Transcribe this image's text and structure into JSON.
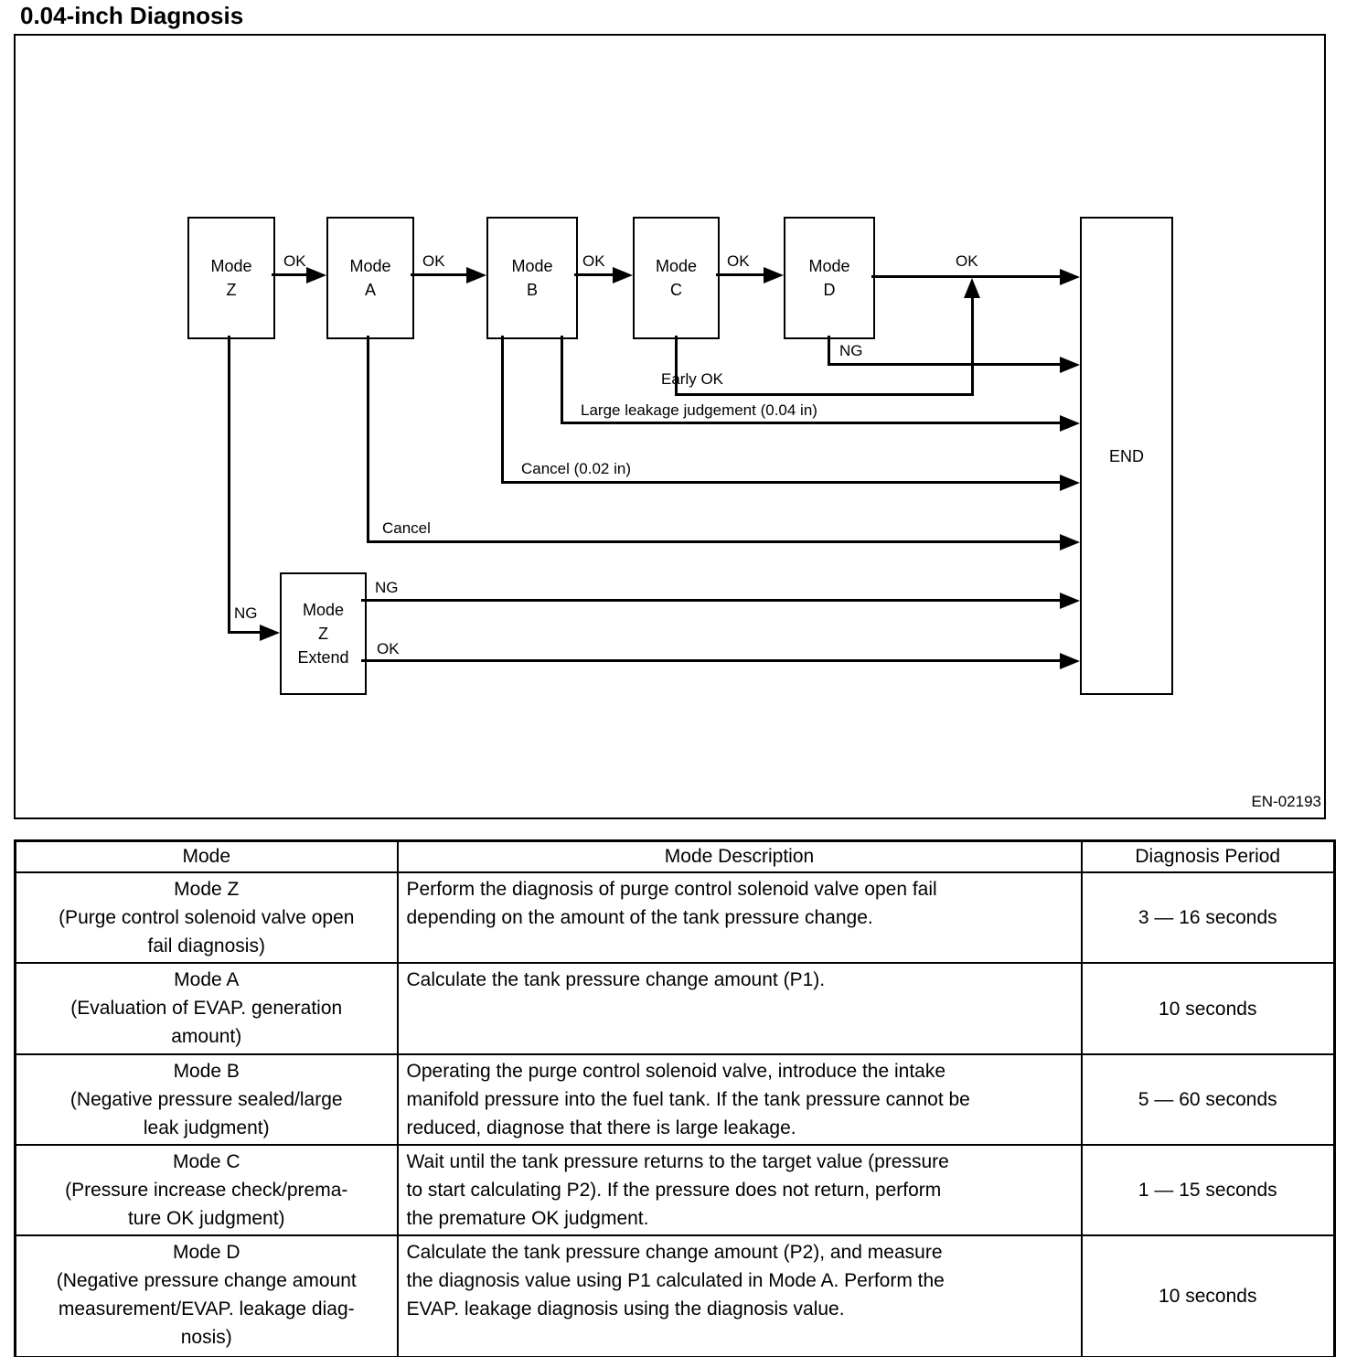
{
  "page": {
    "title": "0.04-inch Diagnosis",
    "figure_code": "EN-02193"
  },
  "colors": {
    "ink": "#000000",
    "paper": "#ffffff"
  },
  "flowchart": {
    "boxes": {
      "mode_z": "Mode\nZ",
      "mode_a": "Mode\nA",
      "mode_b": "Mode\nB",
      "mode_c": "Mode\nC",
      "mode_d": "Mode\nD",
      "end": "END",
      "mode_z_extend": "Mode\nZ\nExtend"
    },
    "labels": {
      "ok_z_a": "OK",
      "ok_a_b": "OK",
      "ok_b_c": "OK",
      "ok_c_d": "OK",
      "ok_d_end": "OK",
      "ng_mode_d": "NG",
      "early_ok": "Early OK",
      "large_leakage": "Large leakage judgement (0.04 in)",
      "cancel_002": "Cancel (0.02 in)",
      "cancel": "Cancel",
      "ng_mode_z": "NG",
      "ng_extend": "NG",
      "ok_extend": "OK"
    }
  },
  "table": {
    "headers": [
      "Mode",
      "Mode Description",
      "Diagnosis Period"
    ],
    "rows": [
      {
        "mode": "Mode Z\n(Purge control solenoid valve open\nfail diagnosis)",
        "description": "Perform the diagnosis of purge control solenoid valve open fail\ndepending on the amount of the tank pressure change.",
        "period": "3 — 16 seconds"
      },
      {
        "mode": "Mode A\n(Evaluation of EVAP. generation\namount)",
        "description": "Calculate the tank pressure change amount (P1).",
        "period": "10 seconds"
      },
      {
        "mode": "Mode B\n(Negative pressure sealed/large\nleak judgment)",
        "description": "Operating the purge control solenoid valve, introduce the intake\nmanifold pressure into the fuel tank. If the tank pressure cannot be\nreduced, diagnose that there is large leakage.",
        "period": "5 — 60 seconds"
      },
      {
        "mode": "Mode C\n(Pressure increase check/prema-\nture OK judgment)",
        "description": "Wait until the tank pressure returns to the target value (pressure\nto start calculating P2). If the pressure does not return, perform\nthe premature OK judgment.",
        "period": "1 — 15 seconds"
      },
      {
        "mode": "Mode D\n(Negative pressure change amount\nmeasurement/EVAP. leakage diag-\nnosis)",
        "description": "Calculate the tank pressure change amount (P2), and measure\nthe diagnosis value using P1 calculated in Mode A. Perform the\nEVAP. leakage diagnosis using the diagnosis value.",
        "period": "10 seconds"
      }
    ]
  }
}
